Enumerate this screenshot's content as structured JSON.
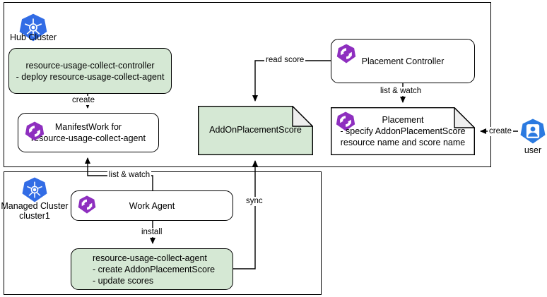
{
  "diagram": {
    "title": "Resource usage collect addon with AddOnPlacementScore",
    "colors": {
      "green_fill": "#d5e8d4",
      "white_fill": "#ffffff",
      "stroke": "#000000",
      "k8s_blue": "#326ce5",
      "ocm_purple": "#8e2fbf",
      "fold_gray": "#eeeeee"
    }
  },
  "hub_cluster": {
    "label": "Hub Cluster",
    "icon": "kubernetes-icon",
    "nodes": {
      "controller": {
        "name": "resource-usage-collect-controller",
        "text": "resource-usage-collect-controller\n-  deploy resource-usage-collect-agent"
      },
      "manifestwork": {
        "name": "ManifestWork",
        "text": "ManifestWork for\nresource-usage-collect-agent",
        "icon": "ocm-work-icon"
      },
      "addon_placement_score": {
        "name": "AddOnPlacementScore",
        "text": "AddOnPlacementScore"
      },
      "placement_controller": {
        "name": "Placement Controller",
        "text": "Placement Controller",
        "icon": "ocm-work-icon"
      },
      "placement": {
        "name": "Placement",
        "text": "Placement\n- specify AddonPlacementScore\nresource name and score name",
        "icon": "ocm-work-icon"
      }
    }
  },
  "managed_cluster": {
    "label": "Managed Cluster\ncluster1",
    "icon": "kubernetes-icon",
    "nodes": {
      "work_agent": {
        "name": "Work Agent",
        "text": "Work Agent",
        "icon": "ocm-work-icon"
      },
      "collect_agent": {
        "name": "resource-usage-collect-agent",
        "text": "resource-usage-collect-agent\n- create AddonPlacementScore\n- update scores"
      }
    }
  },
  "actor": {
    "label": "user",
    "icon": "user-icon"
  },
  "edges": [
    {
      "id": "create-manifestwork",
      "label": "create",
      "from": "resource-usage-collect-controller",
      "to": "ManifestWork"
    },
    {
      "id": "list-watch-work",
      "label": "list & watch",
      "from": "Work Agent",
      "to": "ManifestWork"
    },
    {
      "id": "install-agent",
      "label": "install",
      "from": "Work Agent",
      "to": "resource-usage-collect-agent"
    },
    {
      "id": "sync-score",
      "label": "sync",
      "from": "resource-usage-collect-agent",
      "to": "AddOnPlacementScore"
    },
    {
      "id": "read-score",
      "label": "read score",
      "from": "Placement Controller",
      "to": "AddOnPlacementScore"
    },
    {
      "id": "list-watch-placement",
      "label": "list & watch",
      "from": "Placement Controller",
      "to": "Placement"
    },
    {
      "id": "create-placement",
      "label": "create",
      "from": "user",
      "to": "Placement"
    }
  ]
}
